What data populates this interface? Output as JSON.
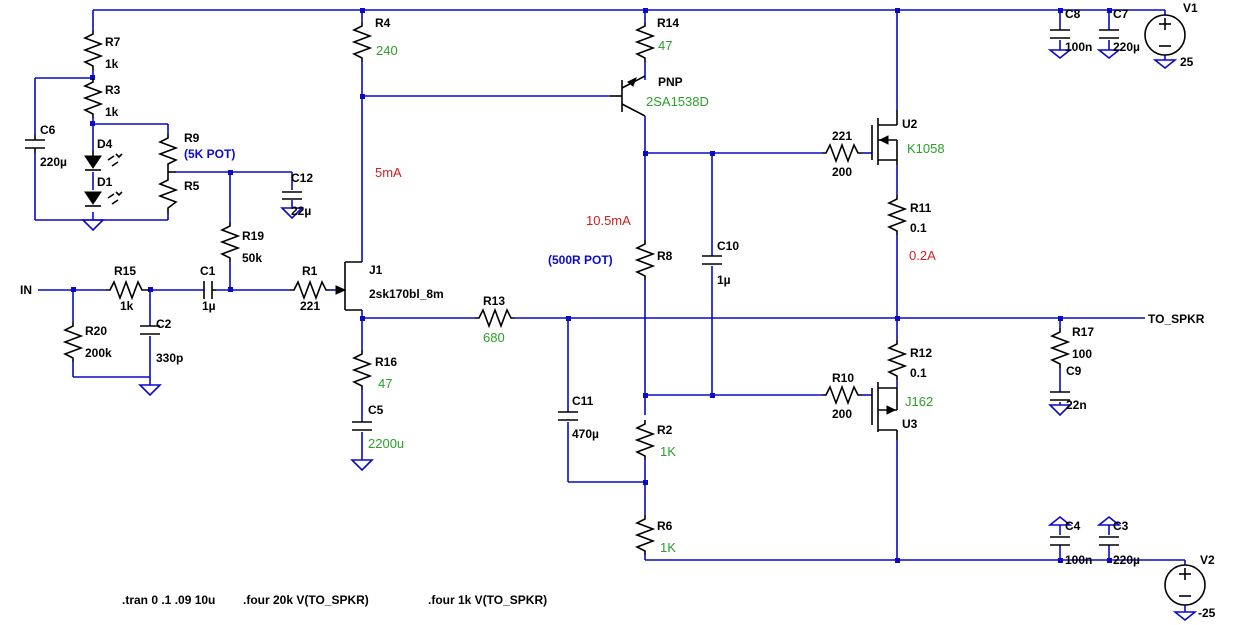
{
  "colors": {
    "wire": "#0a0ac8",
    "component": "#000000",
    "value_green": "#2aa02a",
    "note_red": "#d02020",
    "note_blue": "#0a0ac8"
  },
  "nets": {
    "in": "IN",
    "out": "TO_SPKR"
  },
  "components": {
    "R7": {
      "ref": "R7",
      "value": "1k"
    },
    "R3": {
      "ref": "R3",
      "value": "1k"
    },
    "C6": {
      "ref": "C6",
      "value": "220µ"
    },
    "D4": {
      "ref": "D4"
    },
    "D1": {
      "ref": "D1"
    },
    "R9": {
      "ref": "R9",
      "note": "(5K POT)"
    },
    "R5": {
      "ref": "R5"
    },
    "C12": {
      "ref": "C12",
      "value": "22µ"
    },
    "R19": {
      "ref": "R19",
      "value": "50k"
    },
    "R15": {
      "ref": "R15",
      "value": "1k"
    },
    "R20": {
      "ref": "R20",
      "value": "200k"
    },
    "C2": {
      "ref": "C2",
      "value": "330p"
    },
    "C1": {
      "ref": "C1",
      "value": "1µ"
    },
    "R1": {
      "ref": "R1",
      "value": "221"
    },
    "J1": {
      "ref": "J1",
      "value": "2sk170bl_8m"
    },
    "R4": {
      "ref": "R4",
      "value": "240"
    },
    "R16": {
      "ref": "R16",
      "value": "47"
    },
    "C5": {
      "ref": "C5",
      "value": "2200u"
    },
    "R13": {
      "ref": "R13",
      "value": "680"
    },
    "C11": {
      "ref": "C11",
      "value": "470µ"
    },
    "R14": {
      "ref": "R14",
      "value": "47"
    },
    "Q1": {
      "type": "PNP",
      "value": "2SA1538D"
    },
    "R8": {
      "ref": "R8",
      "note": "(500R POT)"
    },
    "C10": {
      "ref": "C10",
      "value": "1µ"
    },
    "R2": {
      "ref": "R2",
      "value": "1K"
    },
    "R6": {
      "ref": "R6",
      "value": "1K"
    },
    "R21": {
      "ref": "221",
      "value": "200"
    },
    "R10": {
      "ref": "R10",
      "value": "200"
    },
    "U2": {
      "ref": "U2",
      "value": "K1058"
    },
    "U3": {
      "ref": "U3",
      "value": "J162"
    },
    "R11": {
      "ref": "R11",
      "value": "0.1"
    },
    "R12": {
      "ref": "R12",
      "value": "0.1"
    },
    "R17": {
      "ref": "R17",
      "value": "100"
    },
    "C9": {
      "ref": "C9",
      "value": "22n"
    },
    "C8": {
      "ref": "C8",
      "value": "100n"
    },
    "C7": {
      "ref": "C7",
      "value": "220µ"
    },
    "C4": {
      "ref": "C4",
      "value": "100n"
    },
    "C3": {
      "ref": "C3",
      "value": "220µ"
    },
    "V1": {
      "ref": "V1",
      "value": "25"
    },
    "V2": {
      "ref": "V2",
      "value": "-25"
    }
  },
  "annotations": {
    "i_j1": "5mA",
    "i_q1": "10.5mA",
    "i_out": "0.2A"
  },
  "directives": {
    "tran": ".tran 0 .1 .09 10u",
    "four20k": ".four 20k V(TO_SPKR)",
    "four1k": ".four 1k V(TO_SPKR)"
  }
}
